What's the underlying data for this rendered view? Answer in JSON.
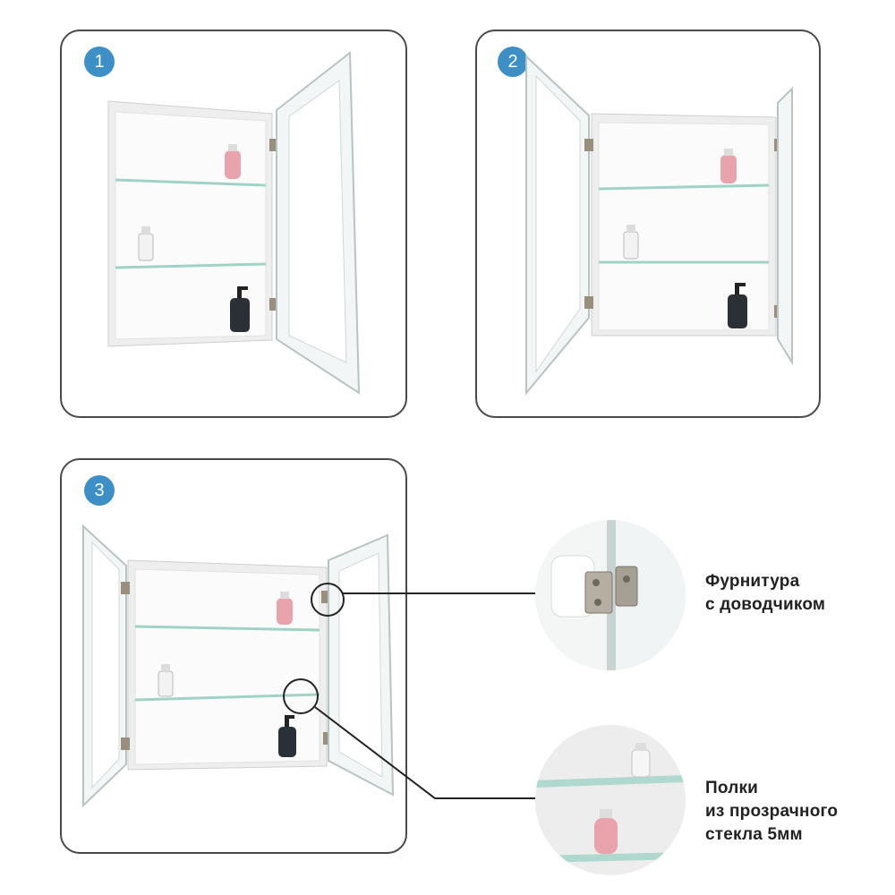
{
  "steps": [
    {
      "number": "1"
    },
    {
      "number": "2"
    },
    {
      "number": "3"
    }
  ],
  "callouts": [
    {
      "lines": [
        "Фурнитура",
        "с доводчиком"
      ]
    },
    {
      "lines": [
        "Полки",
        "из прозрачного",
        "стекла 5мм"
      ]
    }
  ],
  "colors": {
    "badge": "#3d8fc6",
    "panel_border": "#4a4a4a",
    "glass": "#9fd3c5"
  },
  "icons": [
    "hinge-icon",
    "soap-bottle-icon",
    "spray-bottle-icon",
    "dispenser-bottle-icon"
  ]
}
